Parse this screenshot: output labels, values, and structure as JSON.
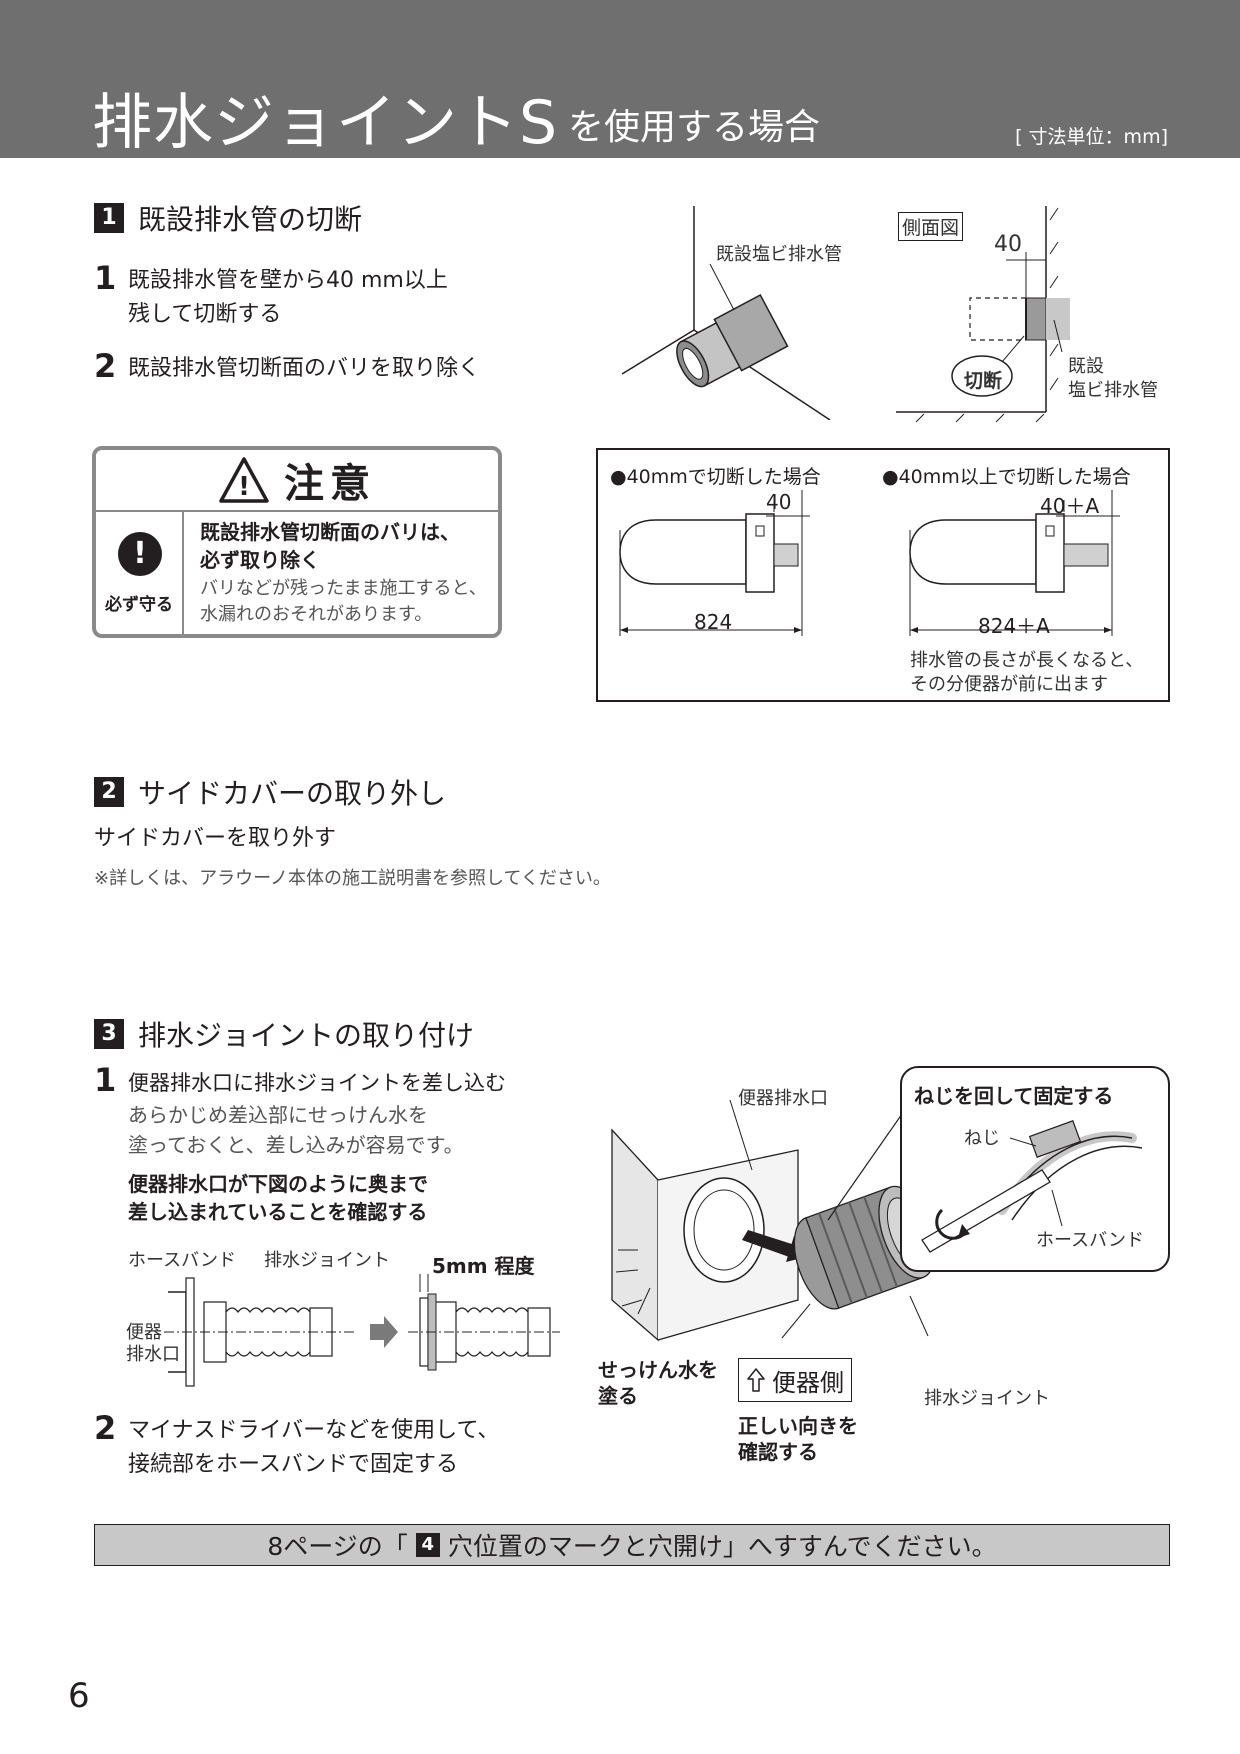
{
  "header": {
    "title_main": "排水ジョイントS",
    "title_sub": "を使用する場合",
    "unit_note": "[ 寸法単位：mm]"
  },
  "section1": {
    "num": "1",
    "title": "既設排水管の切断",
    "steps": [
      {
        "num": "1",
        "line1": "既設排水管を壁から40 mm以上",
        "line2": "残して切断する"
      },
      {
        "num": "2",
        "line1": "既設排水管切断面のバリを取り除く"
      }
    ],
    "illus_label_pipe": "既設塩ビ排水管",
    "side_view": {
      "title": "側面図",
      "dim": "40",
      "cut_label": "切断",
      "pipe_label_1": "既設",
      "pipe_label_2": "塩ビ排水管"
    }
  },
  "caution": {
    "heading": "注意",
    "triangle_mark": "!",
    "mark": "!",
    "mark_label": "必ず守る",
    "bold_line1": "既設排水管切断面のバリは、",
    "bold_line2": "必ず取り除く",
    "body_line1": "バリなどが残ったまま施工すると、",
    "body_line2": "水漏れのおそれがあります。"
  },
  "cases": {
    "left": {
      "title": "●40mmで切断した場合",
      "dim_small": "40",
      "dim_total": "824"
    },
    "right": {
      "title": "●40mm以上で切断した場合",
      "dim_small": "40＋A",
      "dim_total": "824＋A",
      "note_line1": "排水管の長さが長くなると、",
      "note_line2": "その分便器が前に出ます"
    }
  },
  "section2": {
    "num": "2",
    "title": "サイドカバーの取り外し",
    "body": "サイドカバーを取り外す",
    "note": "※詳しくは、アラウーノ本体の施工説明書を参照してください。"
  },
  "section3": {
    "num": "3",
    "title": "排水ジョイントの取り付け",
    "step1": {
      "num": "1",
      "title": "便器排水口に排水ジョイントを差し込む",
      "gray1": "あらかじめ差込部にせっけん水を",
      "gray2": "塗っておくと、差し込みが容易です。",
      "bold1": "便器排水口が下図のように奥まで",
      "bold2": "差し込まれていることを確認する"
    },
    "step2": {
      "num": "2",
      "line1": "マイナスドライバーなどを使用して、",
      "line2": "接続部をホースバンドで固定する"
    },
    "diagram": {
      "label_band": "ホースバンド",
      "label_joint": "排水ジョイント",
      "label_outlet_1": "便器",
      "label_outlet_2": "排水口",
      "label_gap": "5mm 程度"
    },
    "illus": {
      "label_outlet": "便器排水口",
      "label_soap_1": "せっけん水を",
      "label_soap_2": "塗る",
      "label_side": "便器側",
      "label_check_1": "正しい向きを",
      "label_check_2": "確認する",
      "label_joint": "排水ジョイント",
      "callout_title": "ねじを回して固定する",
      "callout_screw": "ねじ",
      "callout_band": "ホースバンド"
    }
  },
  "nav": {
    "before": "8ページの「",
    "num": "4",
    "after": "穴位置のマークと穴開け」へすすんでください。"
  },
  "page_number": "6"
}
